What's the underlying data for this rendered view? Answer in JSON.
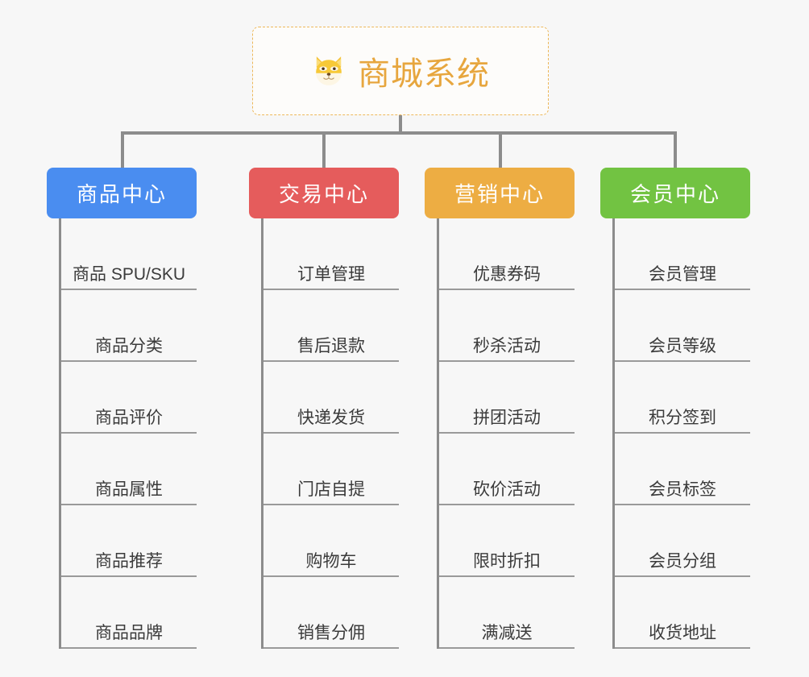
{
  "diagram": {
    "title": "商城系统",
    "root_icon": "dog-face-icon",
    "background_color": "#f7f7f7",
    "connector_color": "#8c8c8c",
    "root": {
      "label": "商城系统",
      "text_color": "#e7a63e",
      "border_color": "#edb85a",
      "background_color": "#fdfcfa"
    },
    "columns": [
      {
        "id": "product-center",
        "label": "商品中心",
        "color": "#4a8df0",
        "items": [
          "商品 SPU/SKU",
          "商品分类",
          "商品评价",
          "商品属性",
          "商品推荐",
          "商品品牌"
        ]
      },
      {
        "id": "trade-center",
        "label": "交易中心",
        "color": "#e55c5c",
        "items": [
          "订单管理",
          "售后退款",
          "快递发货",
          "门店自提",
          "购物车",
          "销售分佣"
        ]
      },
      {
        "id": "marketing-center",
        "label": "营销中心",
        "color": "#edad43",
        "items": [
          "优惠券码",
          "秒杀活动",
          "拼团活动",
          "砍价活动",
          "限时折扣",
          "满减送"
        ]
      },
      {
        "id": "member-center",
        "label": "会员中心",
        "color": "#72c342",
        "items": [
          "会员管理",
          "会员等级",
          "积分签到",
          "会员标签",
          "会员分组",
          "收货地址"
        ]
      }
    ]
  }
}
